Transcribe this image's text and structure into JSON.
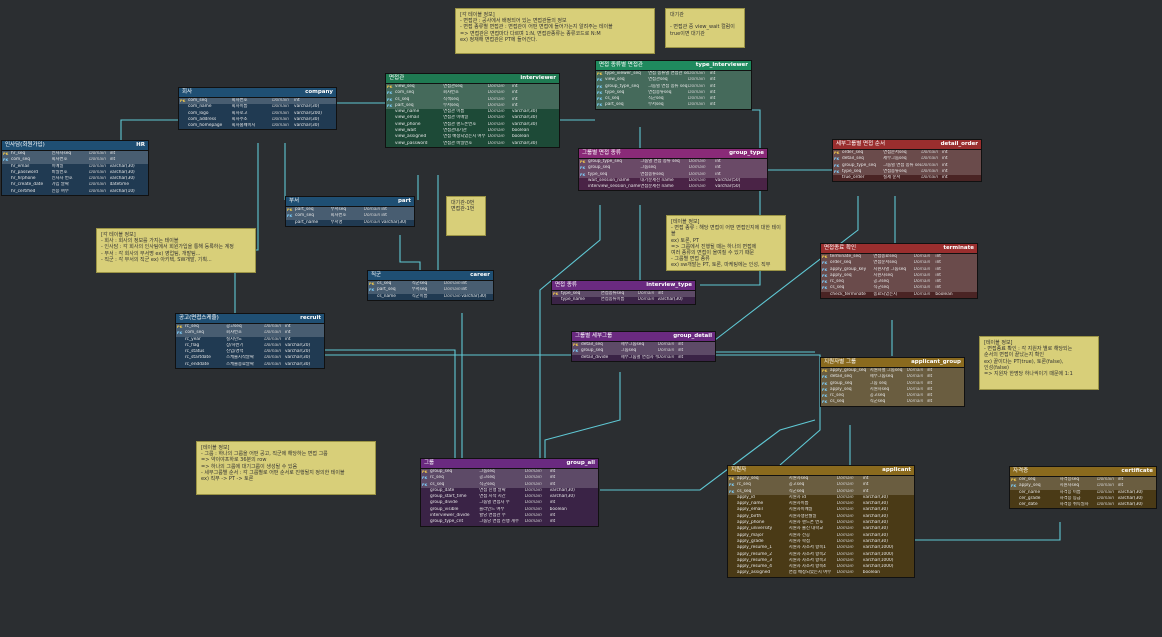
{
  "entities": {
    "hr": {
      "title": "인사담(회원가입)",
      "physical": "HR",
      "color": "#1f4f73",
      "body": "#203a52",
      "rows": [
        {
          "key": "PK",
          "col": "hr_seq",
          "name": "인사자seq",
          "domain": "Domain",
          "type": "int"
        },
        {
          "key": "FK",
          "col": "com_seq",
          "name": "회사번호",
          "domain": "Domain",
          "type": "int"
        },
        {
          "key": "",
          "col": "hr_email",
          "name": "이메일",
          "domain": "Domain",
          "type": "varchar(30)"
        },
        {
          "key": "",
          "col": "hr_password",
          "name": "비밀번호",
          "domain": "Domain",
          "type": "varchar(30)"
        },
        {
          "key": "",
          "col": "hr_hrphone",
          "name": "인사자 번호",
          "domain": "Domain",
          "type": "varchar(30)"
        },
        {
          "key": "",
          "col": "hr_create_date",
          "name": "가입 날짜",
          "domain": "Domain",
          "type": "datetime"
        },
        {
          "key": "",
          "col": "hr_certified",
          "name": "인증 여부",
          "domain": "Domain",
          "type": "varchar(10)"
        }
      ]
    },
    "company": {
      "title": "회사",
      "physical": "company",
      "color": "#1f4f73",
      "body": "#203a52",
      "rows": [
        {
          "key": "PK",
          "col": "com_seq",
          "name": "회사번호",
          "domain": "Domain",
          "type": "int"
        },
        {
          "key": "",
          "col": "com_name",
          "name": "회사이름",
          "domain": "Domain",
          "type": "varchar(30)"
        },
        {
          "key": "",
          "col": "com_logo",
          "name": "회사로고",
          "domain": "Domain",
          "type": "varchar(200)"
        },
        {
          "key": "",
          "col": "com_address",
          "name": "회사주소",
          "domain": "Domain",
          "type": "varchar(30)"
        },
        {
          "key": "",
          "col": "com_homepage",
          "name": "회사홈페이지",
          "domain": "Domain",
          "type": "varchar(30)"
        }
      ]
    },
    "interviewer": {
      "title": "면접관",
      "physical": "interviewer",
      "color": "#1f7a52",
      "body": "#1d4a37",
      "rows": [
        {
          "key": "PK",
          "col": "view_seq",
          "name": "면접관seq",
          "domain": "Domain",
          "type": "int"
        },
        {
          "key": "FK",
          "col": "com_seq",
          "name": "회사번호",
          "domain": "Domain",
          "type": "int"
        },
        {
          "key": "FK",
          "col": "cs_seq",
          "name": "직책seq",
          "domain": "Domain",
          "type": "int"
        },
        {
          "key": "FK",
          "col": "part_seq",
          "name": "부서seq",
          "domain": "Domain",
          "type": "int"
        },
        {
          "key": "",
          "col": "view_name",
          "name": "면접관 이름",
          "domain": "Domain",
          "type": "varchar(30)"
        },
        {
          "key": "",
          "col": "view_email",
          "name": "면접관 이메일",
          "domain": "Domain",
          "type": "varchar(30)"
        },
        {
          "key": "",
          "col": "view_phone",
          "name": "면접관 핸드폰번호",
          "domain": "Domain",
          "type": "varchar(30)"
        },
        {
          "key": "",
          "col": "view_wait",
          "name": "면접관대기관",
          "domain": "Domain",
          "type": "boolean"
        },
        {
          "key": "",
          "col": "view_assigned",
          "name": "면접 배정되었는지 여부",
          "domain": "Domain",
          "type": "boolean"
        },
        {
          "key": "",
          "col": "view_password",
          "name": "면접관 비밀번호",
          "domain": "Domain",
          "type": "varchar(30)"
        }
      ]
    },
    "type_interviewer": {
      "title": "면접 종류별 면접관",
      "physical": "type_interviewer",
      "color": "#1f8a5e",
      "body": "#1d4a37",
      "rows": [
        {
          "key": "PK",
          "col": "type_viewer_seq",
          "name": "면접 종류별 면접관 seq",
          "domain": "Domain",
          "type": "int"
        },
        {
          "key": "FK",
          "col": "view_seq",
          "name": "면접관seq",
          "domain": "Domain",
          "type": "int"
        },
        {
          "key": "FK",
          "col": "group_type_seq",
          "name": "그룹별 면접 종류 seq",
          "domain": "Domain",
          "type": "int"
        },
        {
          "key": "FK",
          "col": "type_seq",
          "name": "면접종류seq",
          "domain": "Domain",
          "type": "int"
        },
        {
          "key": "FK",
          "col": "cs_seq",
          "name": "직군seq",
          "domain": "Domain",
          "type": "int"
        },
        {
          "key": "FK",
          "col": "part_seq",
          "name": "부서seq",
          "domain": "Domain",
          "type": "int"
        }
      ]
    },
    "part": {
      "title": "부서",
      "physical": "part",
      "color": "#1f4f73",
      "body": "#203a52",
      "rows": [
        {
          "key": "PK",
          "col": "part_seq",
          "name": "부서seq",
          "domain": "Domain",
          "type": "int"
        },
        {
          "key": "FK",
          "col": "com_seq",
          "name": "회사번호",
          "domain": "Domain",
          "type": "int"
        },
        {
          "key": "",
          "col": "part_name",
          "name": "부서명",
          "domain": "Domain",
          "type": "varchar(30)"
        }
      ]
    },
    "career": {
      "title": "직군",
      "physical": "career",
      "color": "#1f4f73",
      "body": "#203a52",
      "rows": [
        {
          "key": "PK",
          "col": "cs_seq",
          "name": "직군seq",
          "domain": "Domain",
          "type": "int"
        },
        {
          "key": "FK",
          "col": "part_seq",
          "name": "부서seq",
          "domain": "Domain",
          "type": "int"
        },
        {
          "key": "",
          "col": "cs_name",
          "name": "직군이름",
          "domain": "Domain",
          "type": "varchar(30)"
        }
      ]
    },
    "recruit": {
      "title": "공고(면접스케줄)",
      "physical": "recruit",
      "color": "#1f4f73",
      "body": "#203a52",
      "rows": [
        {
          "key": "PK",
          "col": "rc_seq",
          "name": "공고seq",
          "domain": "Domain",
          "type": "int"
        },
        {
          "key": "FK",
          "col": "com_seq",
          "name": "회사번호",
          "domain": "Domain",
          "type": "int"
        },
        {
          "key": "",
          "col": "rc_year",
          "name": "실시년도",
          "domain": "Domain",
          "type": "int"
        },
        {
          "key": "",
          "col": "rc_flag",
          "name": "상/하반기",
          "domain": "Domain",
          "type": "varchar(20)"
        },
        {
          "key": "",
          "col": "rc_status",
          "name": "신입/경력",
          "domain": "Domain",
          "type": "varchar(20)"
        },
        {
          "key": "",
          "col": "rc_startdate",
          "name": "스케줄시작날짜",
          "domain": "Domain",
          "type": "varchar(30)"
        },
        {
          "key": "",
          "col": "rc_enddate",
          "name": "스케줄종료날짜",
          "domain": "Domain",
          "type": "varchar(30)"
        }
      ]
    },
    "group_type": {
      "title": "그룹별 면접 종류",
      "physical": "group_type",
      "color": "#8a2a78",
      "body": "#4a2346",
      "rows": [
        {
          "key": "PK",
          "col": "group_type_seq",
          "name": "그룹별 면접 종류 seq",
          "domain": "Domain",
          "type": "int"
        },
        {
          "key": "FK",
          "col": "group_seq",
          "name": "그룹seq",
          "domain": "Domain",
          "type": "int"
        },
        {
          "key": "FK",
          "col": "type_seq",
          "name": "면접종류seq",
          "domain": "Domain",
          "type": "int"
        },
        {
          "key": "",
          "col": "wait_session_name",
          "name": "대기분세션 name",
          "domain": "Domain",
          "type": "varchar(50)"
        },
        {
          "key": "",
          "col": "interview_session_name",
          "name": "면접분세션 name",
          "domain": "Domain",
          "type": "varchar(50)"
        }
      ]
    },
    "interview_type": {
      "title": "면접 종류",
      "physical": "interview_type",
      "color": "#6a2a80",
      "body": "#3a2346",
      "rows": [
        {
          "key": "PK",
          "col": "type_seq",
          "name": "면접종류seq",
          "domain": "Domain",
          "type": "int"
        },
        {
          "key": "",
          "col": "type_name",
          "name": "면접종류이름",
          "domain": "Domain",
          "type": "varchar(30)"
        }
      ]
    },
    "group_detail": {
      "title": "그룹별 세부그룹",
      "physical": "group_detail",
      "color": "#6a2a80",
      "body": "#3a2346",
      "rows": [
        {
          "key": "PK",
          "col": "detail_seq",
          "name": "세부그룹seq",
          "domain": "Domain",
          "type": "int"
        },
        {
          "key": "FK",
          "col": "group_seq",
          "name": "그룹seq",
          "domain": "Domain",
          "type": "int"
        },
        {
          "key": "",
          "col": "detail_divide",
          "name": "세부그룹별 면접자 수",
          "domain": "Domain",
          "type": "int"
        }
      ]
    },
    "group_all": {
      "title": "그룹",
      "physical": "group_all",
      "color": "#6a2a80",
      "body": "#3a2346",
      "rows": [
        {
          "key": "PK",
          "col": "group_seq",
          "name": "그룹seq",
          "domain": "Domain",
          "type": "int"
        },
        {
          "key": "FK",
          "col": "rc_seq",
          "name": "공고seq",
          "domain": "Domain",
          "type": "int"
        },
        {
          "key": "FK",
          "col": "cs_seq",
          "name": "직군seq",
          "domain": "Domain",
          "type": "int"
        },
        {
          "key": "",
          "col": "group_date",
          "name": "면접 진행 날짜",
          "domain": "Domain",
          "type": "varchar(30)"
        },
        {
          "key": "",
          "col": "group_start_time",
          "name": "면접 시작 시간",
          "domain": "Domain",
          "type": "varchar(30)"
        },
        {
          "key": "",
          "col": "group_divide",
          "name": "그룹별 면접자 수",
          "domain": "Domain",
          "type": "int"
        },
        {
          "key": "",
          "col": "group_visible",
          "name": "블라인드 여부",
          "domain": "Domain",
          "type": "boolean"
        },
        {
          "key": "",
          "col": "interviewer_divide",
          "name": "할당 면접관 수",
          "domain": "Domain",
          "type": "int"
        },
        {
          "key": "",
          "col": "group_type_cnt",
          "name": "그룹당 면접 진행 개수",
          "domain": "Domain",
          "type": "int"
        }
      ]
    },
    "detail_order": {
      "title": "세부그룹별 면접 순서",
      "physical": "detail_order",
      "color": "#9a2e2e",
      "body": "#4a2424",
      "rows": [
        {
          "key": "PK",
          "col": "order_seq",
          "name": "면접순서seq",
          "domain": "Domain",
          "type": "int"
        },
        {
          "key": "FK",
          "col": "detail_seq",
          "name": "세부그룹seq",
          "domain": "Domain",
          "type": "int"
        },
        {
          "key": "FK",
          "col": "group_type_seq",
          "name": "그룹별 면접 종류 seq",
          "domain": "Domain",
          "type": "int"
        },
        {
          "key": "FK",
          "col": "type_seq",
          "name": "면접종류seq",
          "domain": "Domain",
          "type": "int"
        },
        {
          "key": "",
          "col": "true_order",
          "name": "실제 순서",
          "domain": "Domain",
          "type": "int"
        }
      ]
    },
    "terminate": {
      "title": "면접종료 확인",
      "physical": "terminate",
      "color": "#9a2e2e",
      "body": "#4a2424",
      "rows": [
        {
          "key": "PK",
          "col": "terminate_seq",
          "name": "면접종료seq",
          "domain": "Domain",
          "type": "int"
        },
        {
          "key": "FK",
          "col": "order_seq",
          "name": "면접순서seq",
          "domain": "Domain",
          "type": "int"
        },
        {
          "key": "FK",
          "col": "apply_group_key",
          "name": "지원자별 그룹seq",
          "domain": "Domain",
          "type": "int"
        },
        {
          "key": "FK",
          "col": "apply_seq",
          "name": "지원자seq",
          "domain": "Domain",
          "type": "int"
        },
        {
          "key": "FK",
          "col": "rc_seq",
          "name": "공고seq",
          "domain": "Domain",
          "type": "int"
        },
        {
          "key": "FK",
          "col": "cs_seq",
          "name": "직군seq",
          "domain": "Domain",
          "type": "int"
        },
        {
          "key": "",
          "col": "check_terminate",
          "name": "종료되었는지",
          "domain": "Domain",
          "type": "boolean"
        }
      ]
    },
    "applicant_group": {
      "title": "지원자별 그룹",
      "physical": "applicant_group",
      "color": "#8a6a1e",
      "body": "#4a3a16",
      "rows": [
        {
          "key": "PK",
          "col": "apply_group_seq",
          "name": "지원자별 그룹seq",
          "domain": "Domain",
          "type": "int"
        },
        {
          "key": "FK",
          "col": "detail_seq",
          "name": "세부그룹seq",
          "domain": "Domain",
          "type": "int"
        },
        {
          "key": "FK",
          "col": "group_seq",
          "name": "그룹 seq",
          "domain": "Domain",
          "type": "int"
        },
        {
          "key": "FK",
          "col": "apply_seq",
          "name": "지원자seq",
          "domain": "Domain",
          "type": "int"
        },
        {
          "key": "FK",
          "col": "rc_seq",
          "name": "공고seq",
          "domain": "Domain",
          "type": "int"
        },
        {
          "key": "FK",
          "col": "cs_seq",
          "name": "직군seq",
          "domain": "Domain",
          "type": "int"
        }
      ]
    },
    "applicant": {
      "title": "지원자",
      "physical": "applicant",
      "color": "#8a6a1e",
      "body": "#4a3a16",
      "rows": [
        {
          "key": "PK",
          "col": "apply_seq",
          "name": "지원자seq",
          "domain": "Domain",
          "type": "int"
        },
        {
          "key": "FK",
          "col": "rc_seq",
          "name": "공고seq",
          "domain": "Domain",
          "type": "int"
        },
        {
          "key": "FK",
          "col": "cs_seq",
          "name": "직군seq",
          "domain": "Domain",
          "type": "int"
        },
        {
          "key": "",
          "col": "apply_id",
          "name": "지원자 id",
          "domain": "Domain",
          "type": "varchar(30)"
        },
        {
          "key": "",
          "col": "apply_name",
          "name": "지원자이름",
          "domain": "Domain",
          "type": "varchar(30)"
        },
        {
          "key": "",
          "col": "apply_email",
          "name": "지원자이메일",
          "domain": "Domain",
          "type": "varchar(30)"
        },
        {
          "key": "",
          "col": "apply_birth",
          "name": "지원자생년월일",
          "domain": "Domain",
          "type": "varchar(30)"
        },
        {
          "key": "",
          "col": "apply_phone",
          "name": "지원자 핸드폰 번호",
          "domain": "Domain",
          "type": "varchar(30)"
        },
        {
          "key": "",
          "col": "apply_university",
          "name": "지원자 출신 대학교",
          "domain": "Domain",
          "type": "varchar(30)"
        },
        {
          "key": "",
          "col": "apply_major",
          "name": "지원자 전공",
          "domain": "Domain",
          "type": "varchar(30)"
        },
        {
          "key": "",
          "col": "apply_grade",
          "name": "지원자 학점",
          "domain": "Domain",
          "type": "varchar(30)"
        },
        {
          "key": "",
          "col": "apply_resume_1",
          "name": "지원자 자소서 항목1",
          "domain": "Domain",
          "type": "varchar(1000)"
        },
        {
          "key": "",
          "col": "apply_resume_2",
          "name": "지원자 자소서 항목2",
          "domain": "Domain",
          "type": "varchar(1000)"
        },
        {
          "key": "",
          "col": "apply_resume_3",
          "name": "지원자 자소서 항목3",
          "domain": "Domain",
          "type": "varchar(1000)"
        },
        {
          "key": "",
          "col": "apply_resume_4",
          "name": "지원자 자소서 항목4",
          "domain": "Domain",
          "type": "varchar(1000)"
        },
        {
          "key": "",
          "col": "apply_assigned",
          "name": "면접 배정되었는지 여부",
          "domain": "Domain",
          "type": "boolean"
        }
      ]
    },
    "certificate": {
      "title": "자격증",
      "physical": "certificate",
      "color": "#8a6a1e",
      "body": "#4a3a16",
      "rows": [
        {
          "key": "PK",
          "col": "cer_seq",
          "name": "자격증seq",
          "domain": "Domain",
          "type": "int"
        },
        {
          "key": "FK",
          "col": "apply_seq",
          "name": "지원자seq",
          "domain": "Domain",
          "type": "int"
        },
        {
          "key": "",
          "col": "cer_name",
          "name": "자격증 이름",
          "domain": "Domain",
          "type": "varchar(30)"
        },
        {
          "key": "",
          "col": "cer_grade",
          "name": "자격증 등급",
          "domain": "Domain",
          "type": "varchar(30)"
        },
        {
          "key": "",
          "col": "cer_date",
          "name": "자격증 취득일자",
          "domain": "Domain",
          "type": "varchar(30)"
        }
      ]
    }
  },
  "notes": {
    "note_interviewer": "[각 테이블 정보]\n- 면접관 : 공사에서 배정되어 있는 면접관들의 정보\n- 면접 종류별 면접관 : 면접관이 어떤 면접에 들어가는지 알려주는 테이블\n=> 면접관은 면접마다 다르며 1:N, 면접관종류는 종류코드로 N:M\nex) 정재해 면접관은 PT에 들어간다.",
    "note_wait": "대기관\n\n- 면접관 중 view_wait 컬럼이\ntrue이면 대기관",
    "note_company": "[각 테이블 정보]\n- 회사 : 회사의 정보를 가지는 테이블\n- 인사담 : 각 회사의 인사팀에서 회원가입을 통해 등록하는 계정\n- 부서 : 각 회사의 부서명 ex) 영업팀, 개발팀...\n- 직군 : 각 부서의 직군 ex) 아키텍, SW개발, 기획...",
    "note_part": "대기관-0번\n면접관-1번",
    "note_group_type": "[테이블 정보]\n- 면접 종류 : 해당 면접이 어떤 면접인지에 대한 테이블\nex) 토론, PT\n=> 그룹에서 진행될 때는 하나의 면접에\n여러 종류의 면접이 올여질 수 있기 때문\n- 그룹별 면접 종류\nex) sw개발는 PT, 토론, 마케팅에는 인성, 직무",
    "note_group": "[테이블 정보]\n- 그룹 : 하나의 그룹을 어떤 공고, 직군에 해당하는 면접 그룹\n=> 약이야프하로 36분의 row\n=> 하나의 그룹에 대기그룹이 생성될 수 있음\n- 세부그룹별 순서 : 각 그룹별로 어떤 순서로 진행될지 정의한 테이블\nex) 직무 -> PT -> 토론",
    "note_terminate": "[테이블 정보]\n- 면접종료 확인 : 각 지원자 별로 해당되는\n순서의 면접이 끝났는지 확인\nex) 끝이다는 PT(true), 토론(false),\n인성(false)\n=> 지원자 한명당 하나씩이기 때문에 1:1"
  }
}
